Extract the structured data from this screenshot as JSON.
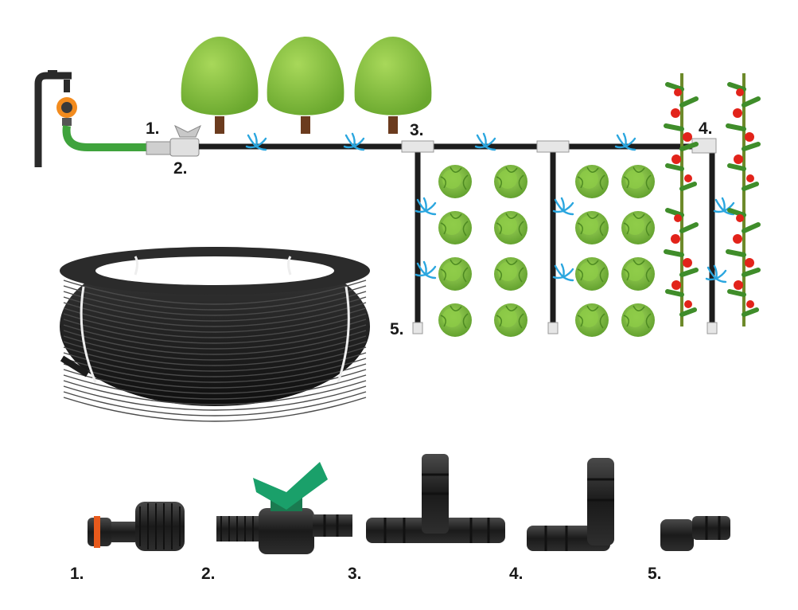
{
  "labels": {
    "1": "1.",
    "2": "2.",
    "3": "3.",
    "4": "4.",
    "5": "5."
  },
  "diagram_labels": {
    "valve_1": "1.",
    "valve_2": "2.",
    "tee_3": "3.",
    "elbow_4": "4.",
    "plug_5": "5."
  },
  "parts_legend": [
    {
      "number": "1.",
      "icon": "quick-connector-icon"
    },
    {
      "number": "2.",
      "icon": "shutoff-valve-icon"
    },
    {
      "number": "3.",
      "icon": "tee-connector-icon"
    },
    {
      "number": "4.",
      "icon": "elbow-connector-icon"
    },
    {
      "number": "5.",
      "icon": "end-plug-icon"
    }
  ],
  "colors": {
    "hose_black": "#1d1d1d",
    "garden_hose_green": "#3fa33c",
    "tree_green": "#8cc63f",
    "cabbage_green": "#7bbf3a",
    "water_blue": "#2aa6df",
    "tomato_red": "#e2231a",
    "valve_green": "#1aa06a",
    "timer_orange": "#f28b1e"
  }
}
